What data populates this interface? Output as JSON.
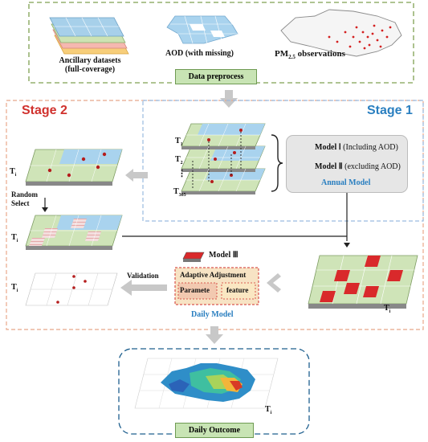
{
  "top": {
    "ancillary_line1": "Ancillary datasets",
    "ancillary_line2": "(full-coverage)",
    "aod": "AOD (with missing)",
    "pm_prefix": "PM",
    "pm_sub": "2.5",
    "pm_suffix": " observations",
    "data_preprocess": "Data preprocess"
  },
  "stage1": {
    "title": "Stage 1",
    "t1": "T",
    "t1_sub": "1",
    "t2": "T",
    "t2_sub": "2",
    "dots": "⋮",
    "t365": "T",
    "t365_sub": "365"
  },
  "annual_model": {
    "model1_name": "Model Ⅰ",
    "model1_note": " (Including AOD)",
    "model2_name": "Model Ⅱ",
    "model2_note": " (excluding AOD)",
    "caption": "Annual Model"
  },
  "stage2": {
    "title": "Stage 2",
    "ti_a": "T",
    "ti_b": "T",
    "ti_c": "T",
    "sub_i": "i",
    "random_select_line1": "Random",
    "random_select_line2": "Select",
    "validation": "Validation"
  },
  "daily_model": {
    "model3_name": "Model Ⅲ",
    "adaptive": "Adaptive Adjustment",
    "parameter": "Paramete",
    "feature": "feature",
    "caption": "Daily Model"
  },
  "right_grid": {
    "ti": "T",
    "sub_i": "i"
  },
  "outcome": {
    "ti": "T",
    "sub_i": "i",
    "label": "Daily Outcome"
  },
  "colors": {
    "stage2_red": "#d0312d",
    "stage1_blue": "#2a7fc0",
    "grid_green": "#cfe4b8",
    "grid_blue": "#a9d3ee",
    "red_cell": "#d9292b",
    "preprocess_green": "#c8e4b4"
  }
}
